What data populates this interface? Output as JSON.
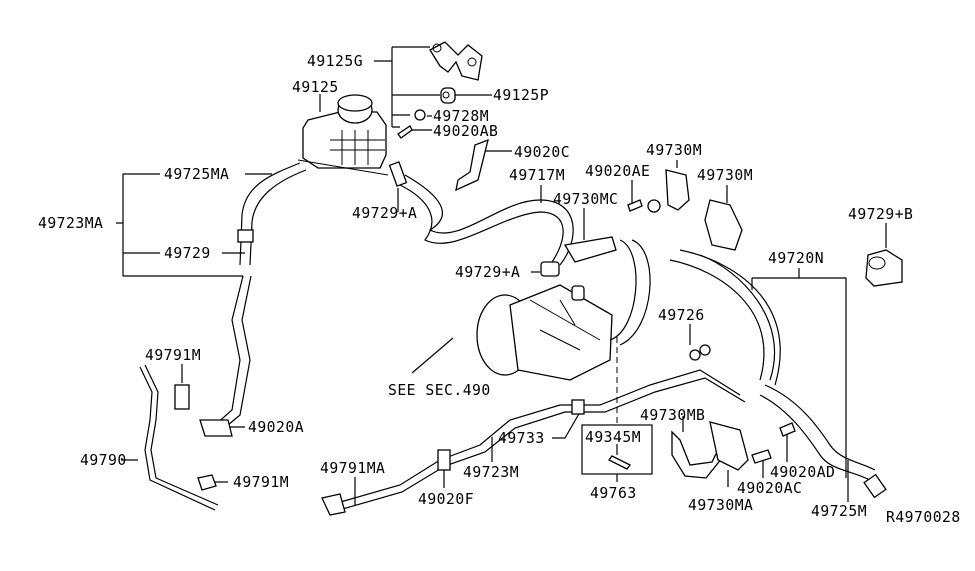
{
  "diagram": {
    "title": "Power Steering Piping",
    "reference_code": "R4970028",
    "see_section": "SEE SEC.490",
    "labels": {
      "p49125G": "49125G",
      "p49125": "49125",
      "p49125P": "49125P",
      "p49728M": "49728M",
      "p49020AB": "49020AB",
      "p49020C": "49020C",
      "p49725MA": "49725MA",
      "p49723MA": "49723MA",
      "p49729": "49729",
      "p49729A_upper": "49729+A",
      "p49717M": "49717M",
      "p49020AE": "49020AE",
      "p49730M_a": "49730M",
      "p49730M_b": "49730M",
      "p49730MC": "49730MC",
      "p49729B": "49729+B",
      "p49729A_lower": "49729+A",
      "p49720N": "49720N",
      "p49726": "49726",
      "p49791M_upper": "49791M",
      "p49020A": "49020A",
      "p49790": "49790",
      "p49791M_lower": "49791M",
      "p49791MA": "49791MA",
      "p49020F": "49020F",
      "p49733": "49733",
      "p49723M": "49723M",
      "p49345M": "49345M",
      "p49763": "49763",
      "p49730MB": "49730MB",
      "p49730MA": "49730MA",
      "p49020AC": "49020AC",
      "p49020AD": "49020AD",
      "p49725M": "49725M"
    }
  }
}
